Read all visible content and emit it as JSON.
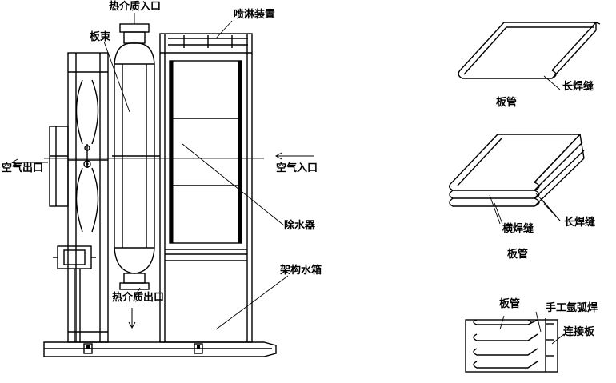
{
  "labels": {
    "hot_medium_inlet": "热介质入口",
    "spray_device": "喷淋装置",
    "plate_bundle": "板束",
    "air_outlet": "空气出口",
    "air_inlet": "空气入口",
    "demister": "除水器",
    "frame_water_tank": "架构水箱",
    "hot_medium_outlet": "热介质出口",
    "plate_tube_1": "板管",
    "long_weld_1": "长焊缝",
    "plate_tube_2": "板管",
    "long_weld_2": "长焊缝",
    "cross_weld": "横焊缝",
    "plate_tube_3": "板管",
    "manual_argon_weld": "手工氩弧焊",
    "connecting_plate": "连接板"
  }
}
